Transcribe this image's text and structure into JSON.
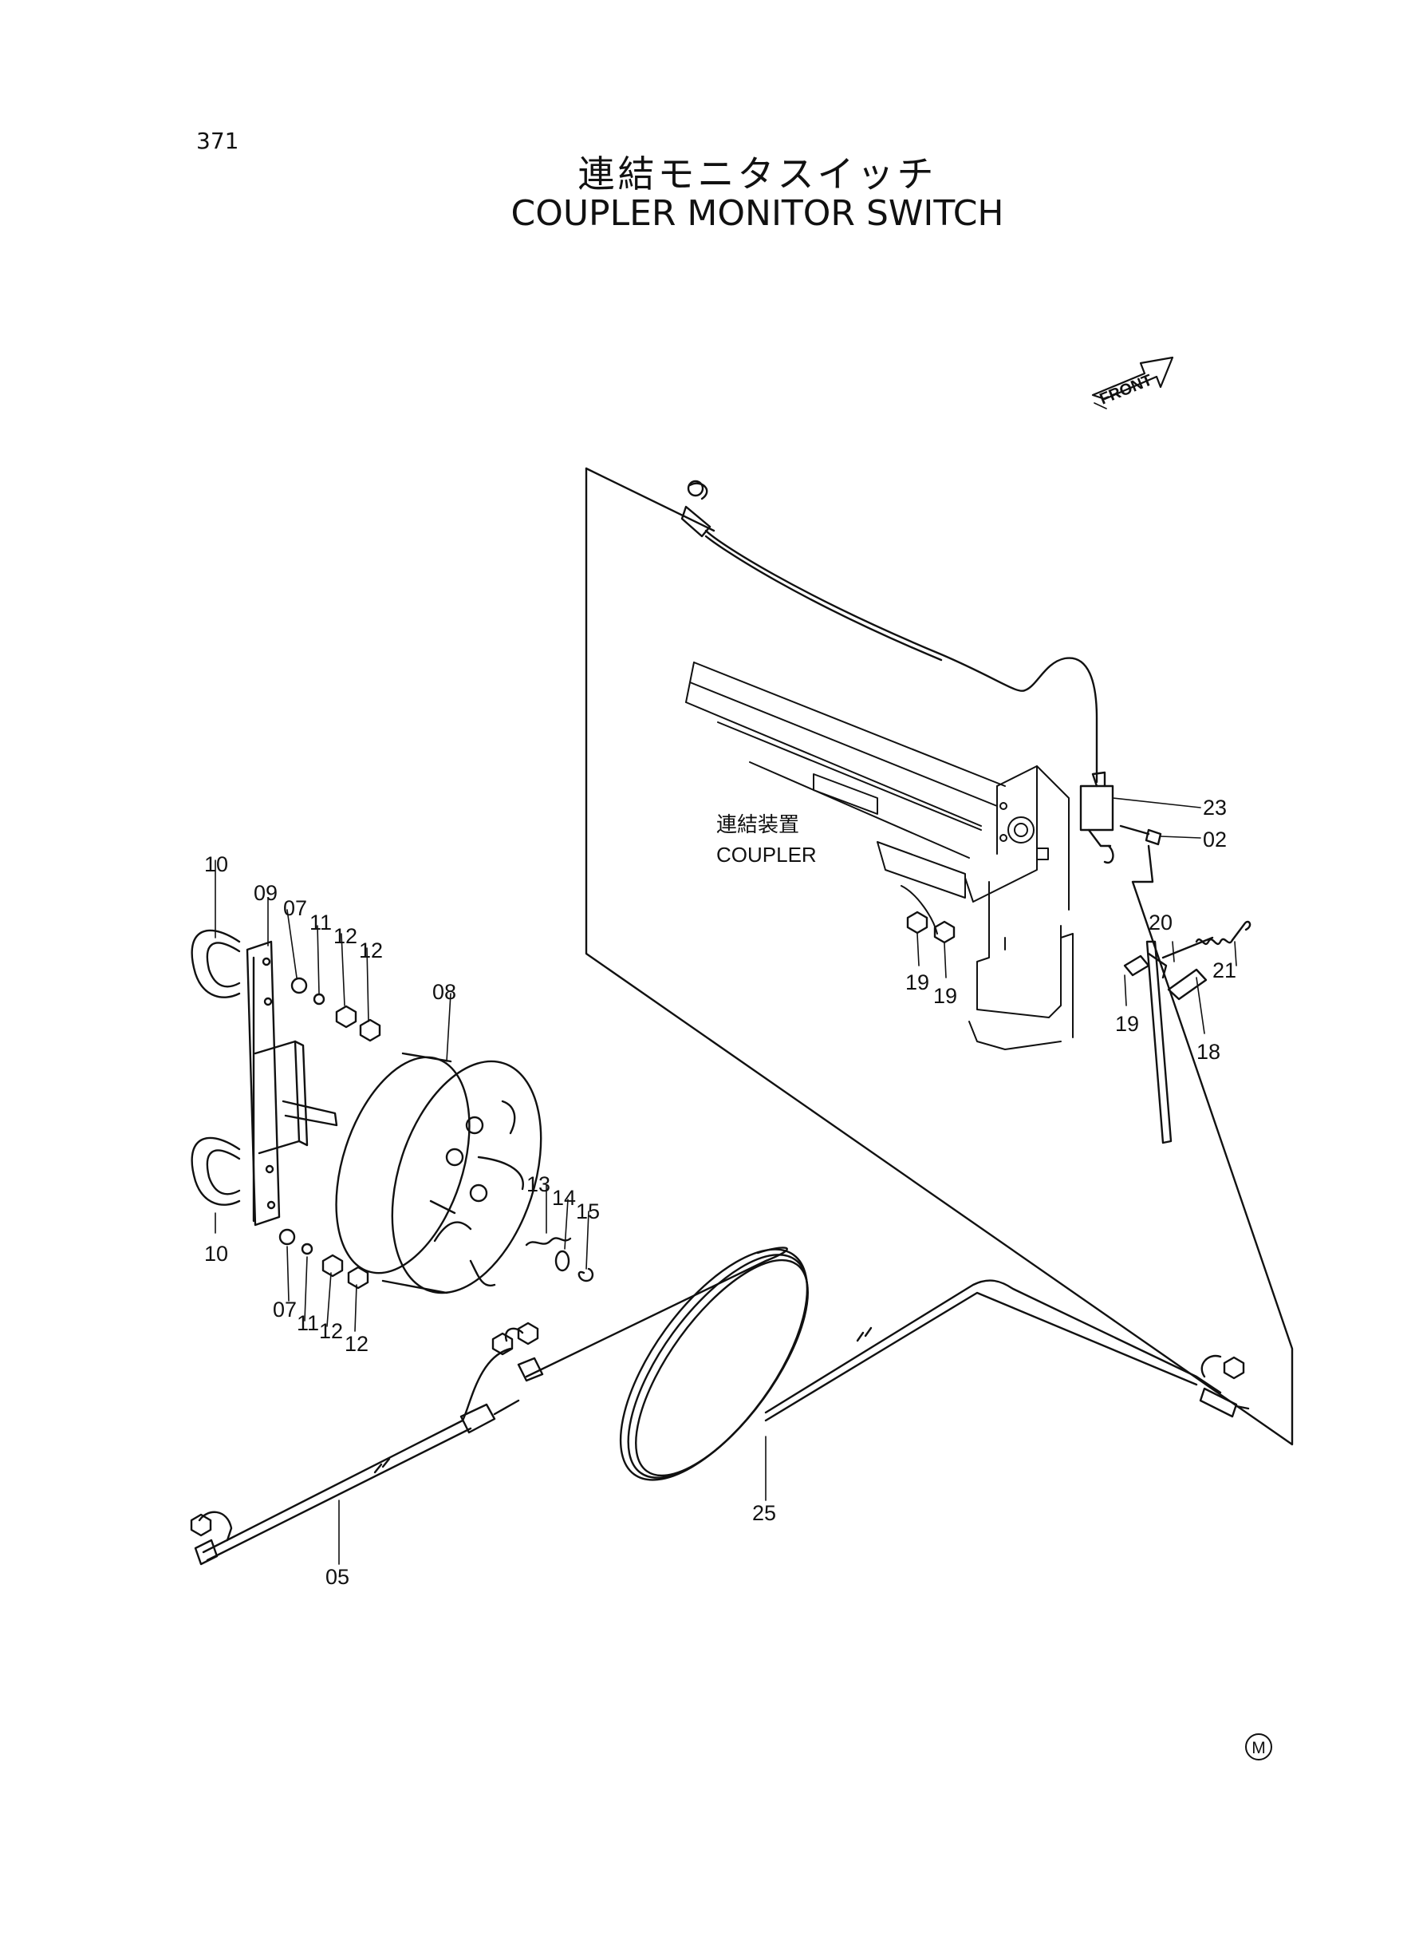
{
  "page_number": "371",
  "title": {
    "jp": "連結モニタスイッチ",
    "en": "COUPLER MONITOR SWITCH"
  },
  "front_label": "FRONT",
  "coupler_label": {
    "jp": "連結装置",
    "en": "COUPLER"
  },
  "mark": "M",
  "part_numbers": [
    "02",
    "05",
    "07",
    "07",
    "08",
    "09",
    "10",
    "10",
    "11",
    "11",
    "12",
    "12",
    "12",
    "12",
    "13",
    "14",
    "15",
    "18",
    "19",
    "19",
    "19",
    "20",
    "21",
    "23",
    "25"
  ]
}
